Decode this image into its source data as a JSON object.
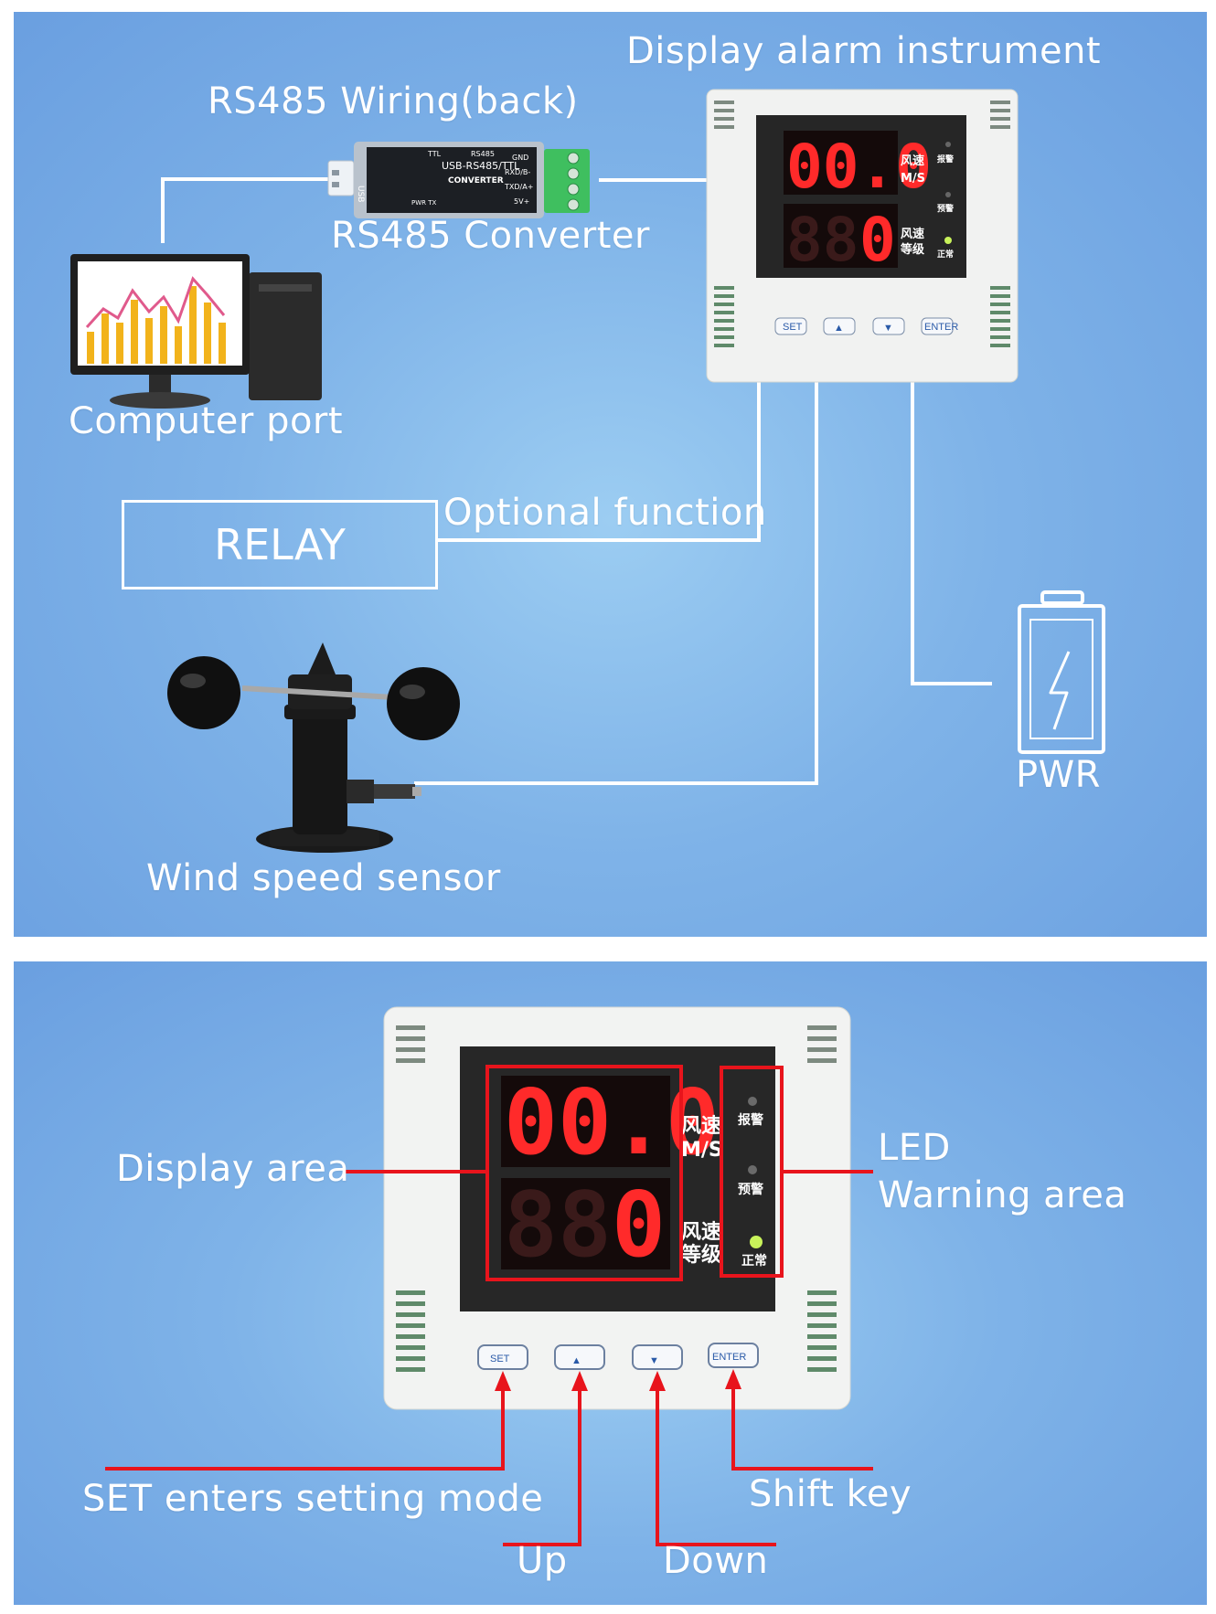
{
  "top": {
    "labels": {
      "display_alarm_instrument": "Display alarm instrument",
      "rs485_wiring": "RS485 Wiring(back)",
      "rs485_converter": "RS485 Converter",
      "computer_port": "Computer port",
      "optional_function": "Optional function",
      "relay": "RELAY",
      "pwr": "PWR",
      "wind_speed_sensor": "Wind speed sensor"
    },
    "converter": {
      "title": "USB-RS485/TTL",
      "subtitle": "CONVERTER",
      "mode_ttl": "TTL",
      "mode_rs485": "RS485",
      "side": "USB",
      "pins": [
        "GND",
        "RXD/B-",
        "TXD/A+",
        "5V+"
      ],
      "leds": "PWR TX"
    },
    "instrument": {
      "speed_reading": "00.0",
      "level_reading": "0",
      "speed_label_cn": "风速",
      "speed_unit": "M/S",
      "level_label_cn_1": "风速",
      "level_label_cn_2": "等级",
      "led_alarm_cn": "报警",
      "led_warning_cn": "预警",
      "led_normal_cn": "正常",
      "keys": [
        "SET",
        "▲",
        "▼",
        "ENTER"
      ]
    }
  },
  "bottom": {
    "labels": {
      "display_area": "Display area",
      "led_line1": "LED",
      "led_line2": "Warning area",
      "set_mode": "SET enters setting mode",
      "shift_key": "Shift key",
      "up": "Up",
      "down": "Down"
    }
  },
  "colors": {
    "panel_blue": "#7fb3e8",
    "wire": "#ffffff",
    "annotation_red": "#e8141c",
    "segment_red": "#ff2a2a",
    "led_green": "#c8f25a",
    "terminal_green": "#3fbf5f"
  }
}
